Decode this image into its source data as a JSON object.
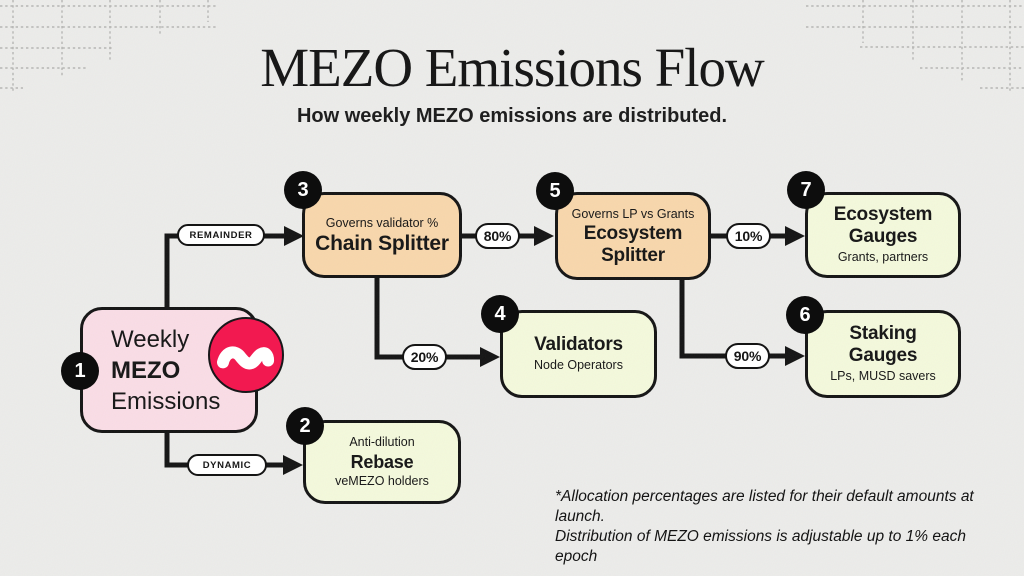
{
  "header": {
    "title": "MEZO Emissions Flow",
    "subtitle": "How weekly MEZO emissions are distributed."
  },
  "nodes": {
    "node1": {
      "badge": "1",
      "lines": [
        "Weekly",
        "MEZO",
        "Emissions"
      ]
    },
    "node2": {
      "badge": "2",
      "top": "Anti-dilution",
      "title": "Rebase",
      "bottom": "veMEZO holders"
    },
    "node3": {
      "badge": "3",
      "top": "Governs validator %",
      "title": "Chain Splitter"
    },
    "node4": {
      "badge": "4",
      "title": "Validators",
      "bottom": "Node Operators"
    },
    "node5": {
      "badge": "5",
      "top": "Governs LP vs Grants",
      "title_line1": "Ecosystem",
      "title_line2": "Splitter"
    },
    "node6": {
      "badge": "6",
      "title_line1": "Staking",
      "title_line2": "Gauges",
      "bottom": "LPs, MUSD savers"
    },
    "node7": {
      "badge": "7",
      "title_line1": "Ecosystem",
      "title_line2": "Gauges",
      "bottom": "Grants, partners"
    }
  },
  "edge_labels": {
    "remainder": "REMAINDER",
    "dynamic": "DYNAMIC",
    "pct80": "80%",
    "pct20": "20%",
    "pct10": "10%",
    "pct90": "90%"
  },
  "footnote": {
    "line1": "*Allocation percentages are listed for their default amounts at launch.",
    "line2": "Distribution of MEZO emissions is adjustable up to 1% each epoch"
  },
  "icons": {
    "logo": "mezo-wave-logo"
  },
  "colors": {
    "background": "#ececea",
    "node_pink": "#fadde6",
    "node_peach": "#f8d7ac",
    "node_lime": "#f4f9dc",
    "brand_red": "#f21950",
    "line_black": "#141414",
    "grid_gray": "#adadab"
  }
}
